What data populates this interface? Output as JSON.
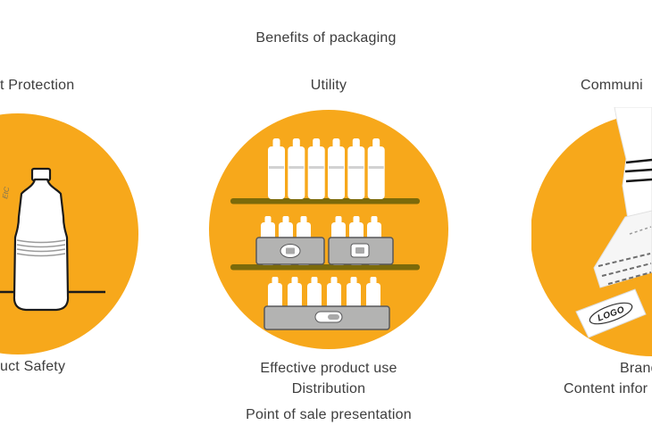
{
  "title": "Benefits of packaging",
  "colors": {
    "circle_orange": "#F7A81B",
    "shelf_brown": "#7C6A0A",
    "tray_grey": "#B3B3B2",
    "tray_border": "#58585A",
    "bottle_outline": "#1B1B1B",
    "text_grey": "#3D3D3D"
  },
  "columns": [
    {
      "id": "product-protection",
      "heading": "t Protection",
      "captions": [
        "uct Safety"
      ],
      "icon": "water-bottle-icon",
      "watermark": "EtC"
    },
    {
      "id": "utility",
      "heading": "Utility",
      "captions": [
        "Effective product use",
        "Distribution",
        "Point of sale presentation"
      ],
      "icon": "store-shelf-icon"
    },
    {
      "id": "communication",
      "heading": "Communi",
      "captions": [
        "Brand",
        "Content infor"
      ],
      "icon": "packages-icon",
      "package_label": "LOGO"
    }
  ]
}
